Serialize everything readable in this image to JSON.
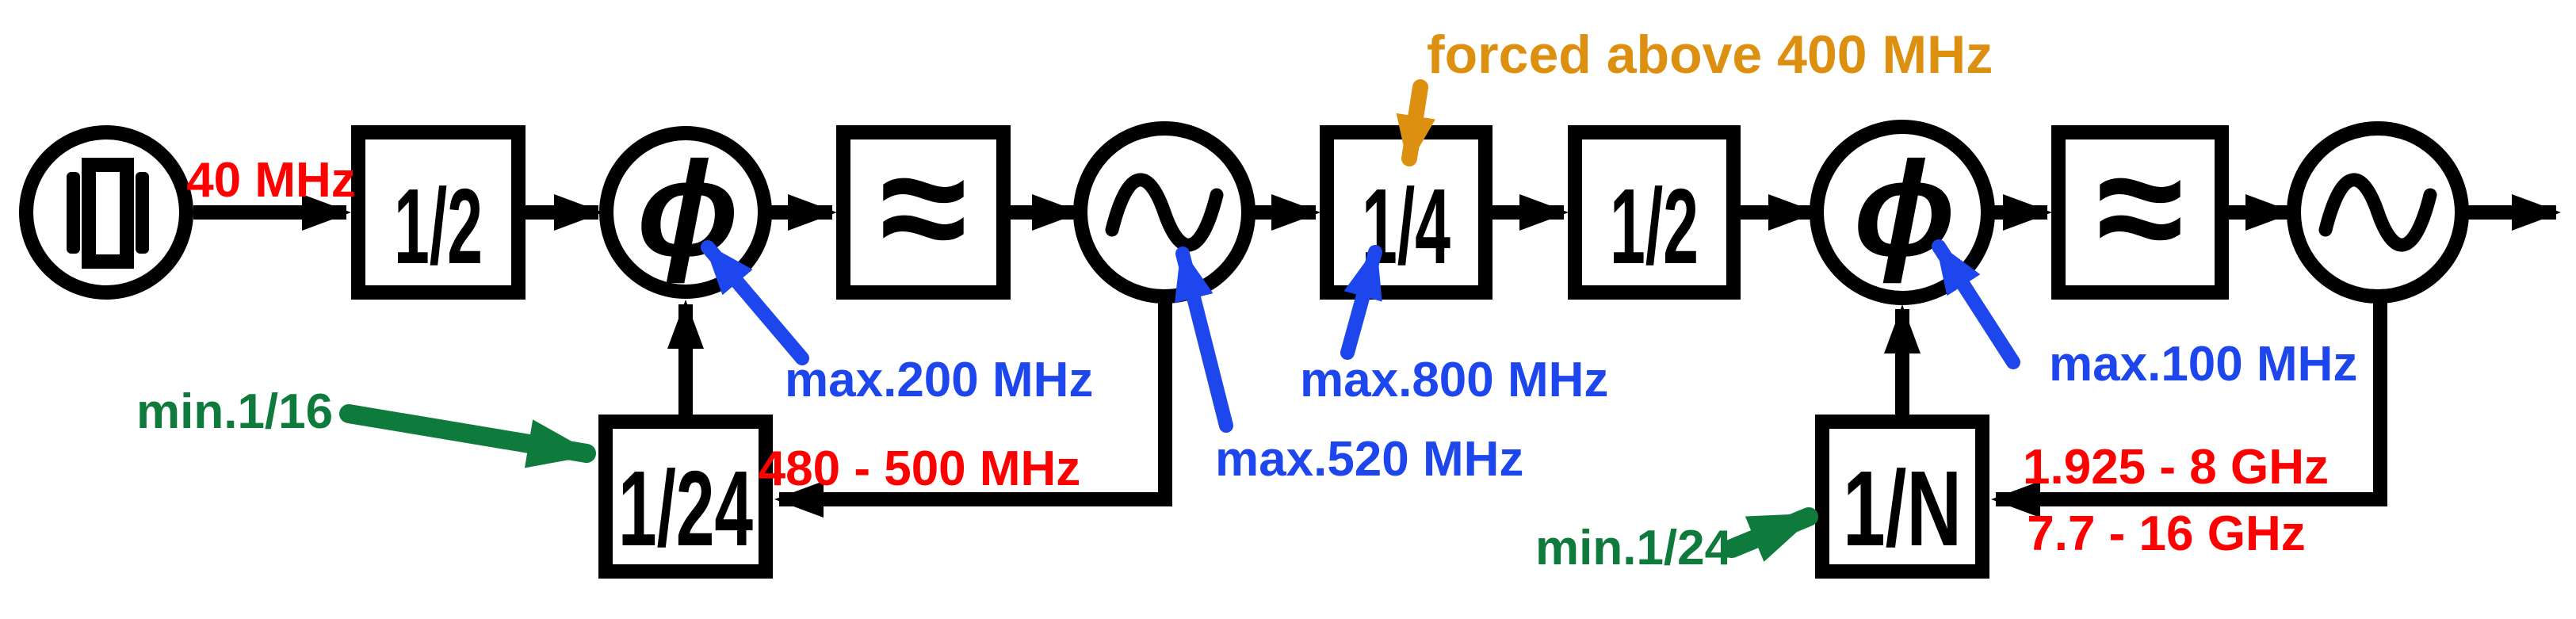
{
  "colors": {
    "line": "#000000",
    "frequency_red": "#ff0000",
    "limit_blue": "#1d46ed",
    "min_green": "#0e7b3d",
    "note_orange": "#dd8f0f",
    "background": "#ffffff"
  },
  "source": {
    "type": "crystal-oscillator",
    "output_frequency": "40 MHz"
  },
  "blocks": {
    "divider_2a": "1/2",
    "phase_detector_1": "ϕ",
    "loop_filter_1": "≈",
    "divider_4": "1/4",
    "divider_2b": "1/2",
    "phase_detector_2": "ϕ",
    "loop_filter_2": "≈",
    "feedback_divider_1": "1/24",
    "feedback_divider_2": "1/N"
  },
  "annotations": {
    "source_freq": "40 MHz",
    "pd1_max": "max.200 MHz",
    "vco1_max": "max.520 MHz",
    "div4_max": "max.800 MHz",
    "pd2_max": "max.100 MHz",
    "div4_note": "forced above 400 MHz",
    "div24_min": "min.1/16",
    "divN_min": "min.1/24",
    "loop1_feedback_range": "480 - 500 MHz",
    "loop2_feedback_range_vco": "1.925 - 8 GHz",
    "loop2_feedback_range_out": "7.7 - 16 GHz"
  }
}
